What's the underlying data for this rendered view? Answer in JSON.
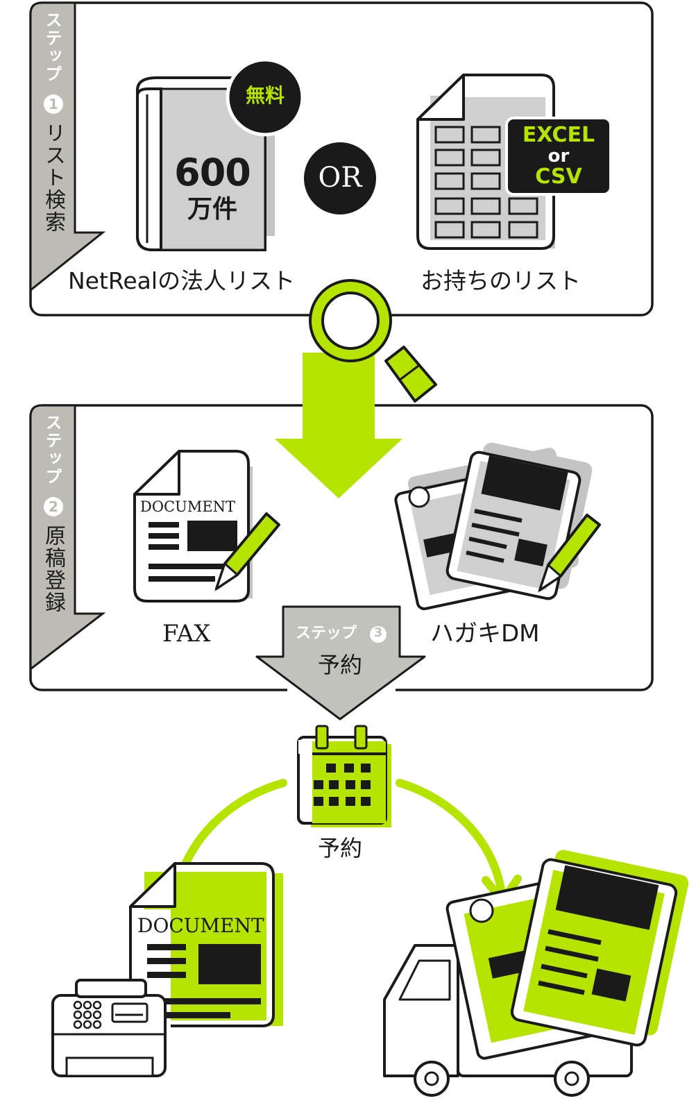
{
  "colors": {
    "accent": "#b5e400",
    "gray": "#c8c8c8",
    "dark": "#1a1a1a",
    "tab_gray": "#bcbcb4"
  },
  "step1": {
    "tab_label": "ステップ",
    "tab_number": "1",
    "tab_title": "リスト検索",
    "book_number": "600",
    "book_unit": "万件",
    "free_badge": "無料",
    "or_label": "OR",
    "file_badge_line1": "EXCEL",
    "file_badge_line2": "or",
    "file_badge_line3": "CSV",
    "netreal_caption": "NetRealの法人リスト",
    "own_list_caption": "お持ちのリスト"
  },
  "step2": {
    "tab_label": "ステップ",
    "tab_number": "2",
    "tab_title": "原稿登録",
    "document_label": "DOCUMENT",
    "fax_caption": "FAX",
    "postcard_caption": "ハガキDM"
  },
  "step3": {
    "arrow_label": "ステップ",
    "arrow_number": "3",
    "arrow_title": "予約",
    "calendar_caption": "予約",
    "document_label": "DOCUMENT"
  },
  "icons": [
    "book-icon",
    "spreadsheet-icon",
    "magnifier-icon",
    "document-icon",
    "pencil-icon",
    "postcard-icon",
    "calendar-icon",
    "fax-machine-icon",
    "truck-icon"
  ]
}
